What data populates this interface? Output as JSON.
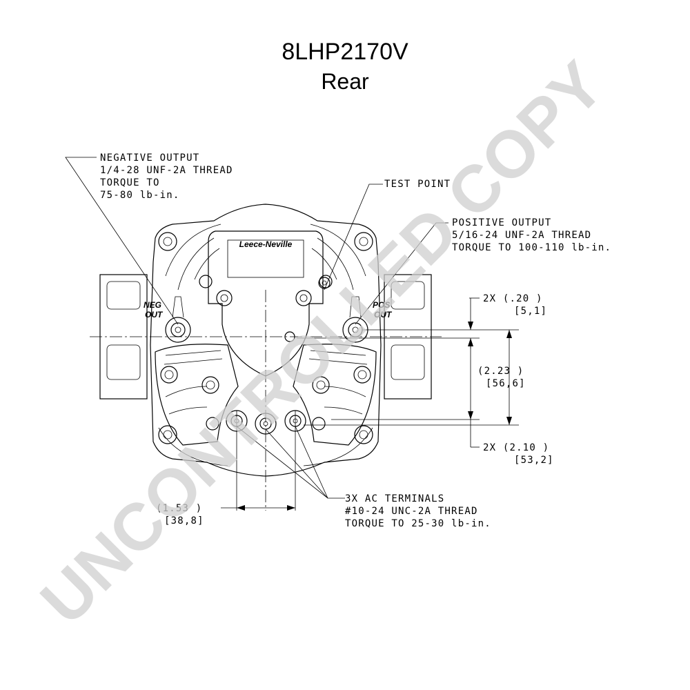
{
  "title": "8LHP2170V",
  "subtitle": "Rear",
  "watermark": "UNCONTROLLED COPY",
  "brand_plate": "Leece-Neville",
  "terminal_labels": {
    "neg_1": "NEG",
    "neg_2": "OUT",
    "pos_1": "POS",
    "pos_2": "OUT"
  },
  "callouts": {
    "negative_output": [
      "NEGATIVE OUTPUT",
      "1/4-28 UNF-2A THREAD",
      "TORQUE TO",
      "75-80 lb-in."
    ],
    "test_point": [
      "TEST POINT"
    ],
    "positive_output": [
      "POSITIVE OUTPUT",
      "5/16-24 UNF-2A THREAD",
      "TORQUE TO 100-110 lb-in."
    ],
    "ac_terminals": [
      "3X AC TERMINALS",
      "#10-24 UNC-2A THREAD",
      "TORQUE TO 25-30 lb-in."
    ]
  },
  "dimensions": {
    "d1": [
      "2X (.20  )",
      "[5,1]"
    ],
    "d2": [
      "(2.23  )",
      "[56,6]"
    ],
    "d3": [
      "2X (2.10  )",
      "[53,2]"
    ],
    "d4": [
      "(1.53  )",
      "[38,8]"
    ]
  }
}
